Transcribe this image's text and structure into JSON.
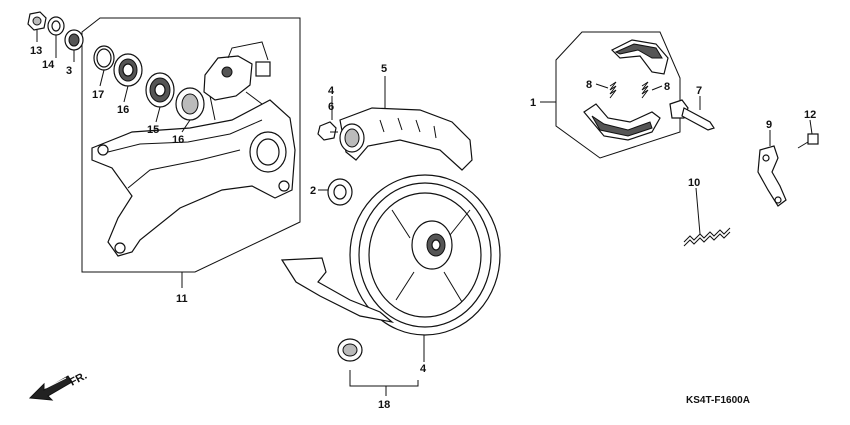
{
  "diagram": {
    "callouts": {
      "c1": "1",
      "c2": "2",
      "c3": "3",
      "c4a": "4",
      "c4b": "4",
      "c5": "5",
      "c6": "6",
      "c7": "7",
      "c8a": "8",
      "c8b": "8",
      "c9": "9",
      "c10": "10",
      "c11": "11",
      "c12": "12",
      "c13": "13",
      "c14": "14",
      "c15": "15",
      "c16a": "16",
      "c16b": "16",
      "c17": "17",
      "c18": "18"
    },
    "direction_label": "FR.",
    "figure_code": "KS4T-F1600A"
  }
}
